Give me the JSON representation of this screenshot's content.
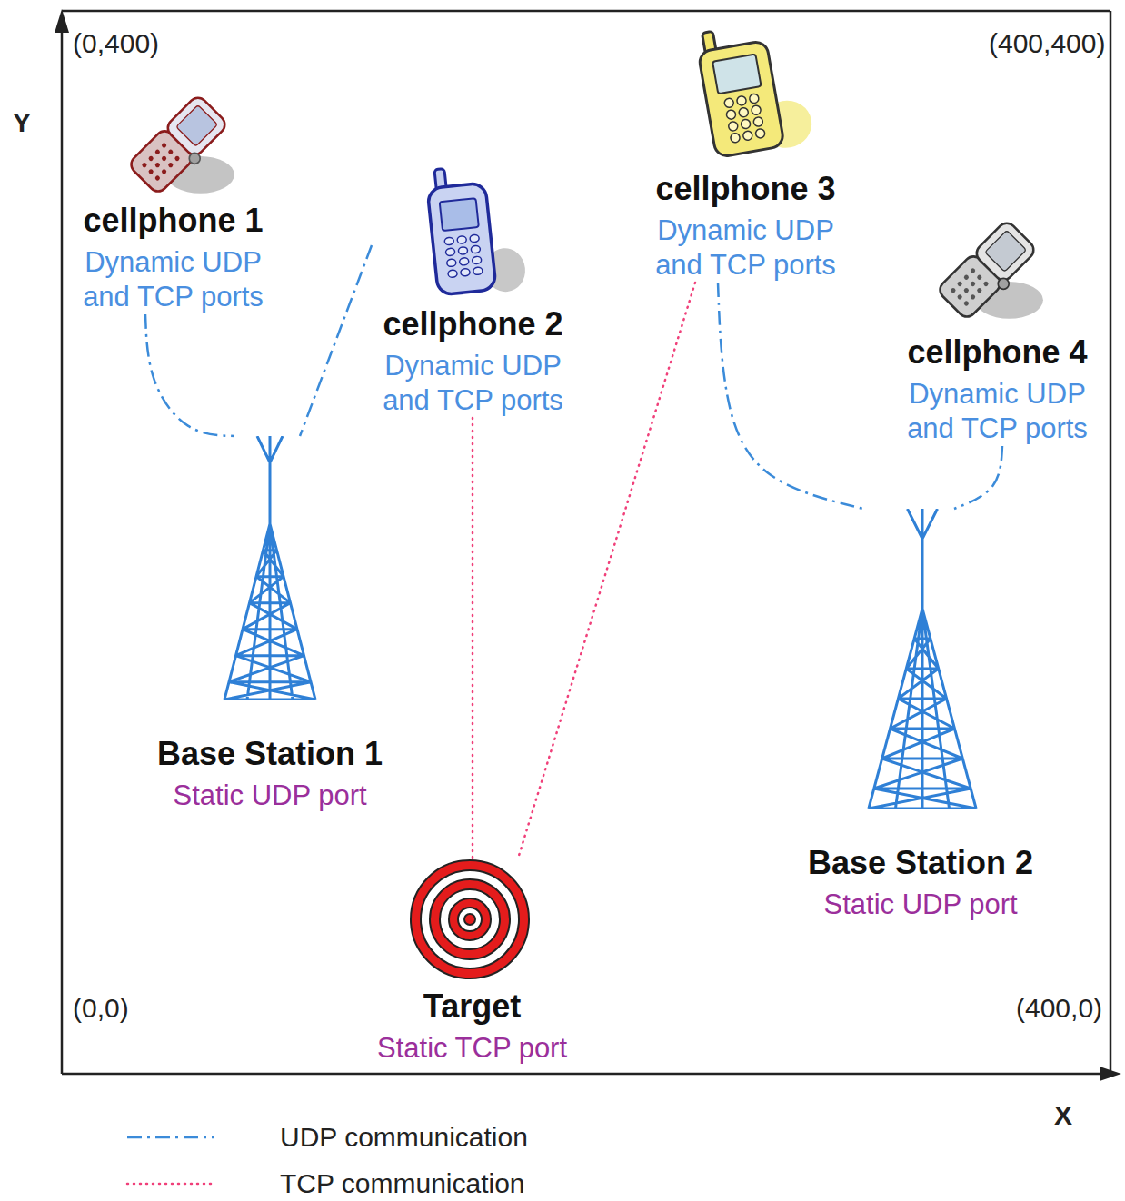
{
  "diagram": {
    "nodes": [
      {
        "text": [
          "cellphone 1",
          "Dynamic UDP and TCP ports"
        ]
      },
      {
        "text": [
          "cellphone 2",
          "Dynamic UDP and TCP ports"
        ]
      },
      {
        "text": [
          "cellphone 3",
          "Dynamic UDP and TCP ports"
        ]
      },
      {
        "text": [
          "cellphone 4",
          "Dynamic UDP and TCP ports"
        ]
      },
      {
        "text": [
          "Base Station 1",
          "Static UDP port"
        ]
      },
      {
        "text": [
          "Base Station 2",
          "Static UDP port"
        ]
      },
      {
        "text": [
          "Target",
          "Static TCP port"
        ]
      }
    ],
    "edges": [
      {
        "from": 0,
        "to": 4,
        "arrow": "none"
      },
      {
        "from": 1,
        "to": 4,
        "arrow": "none"
      },
      {
        "from": 2,
        "to": 5,
        "arrow": "none"
      },
      {
        "from": 3,
        "to": 5,
        "arrow": "none"
      },
      {
        "from": 1,
        "to": 6,
        "arrow": "none"
      },
      {
        "from": 2,
        "to": 6,
        "arrow": "none"
      }
    ],
    "labels": [
      "(0,400)",
      "(400,400)",
      "Y",
      "(0,0)",
      "(400,0)",
      "X"
    ],
    "legend": [
      {
        "text": "UDP communication"
      },
      {
        "text": "TCP communication"
      }
    ]
  }
}
